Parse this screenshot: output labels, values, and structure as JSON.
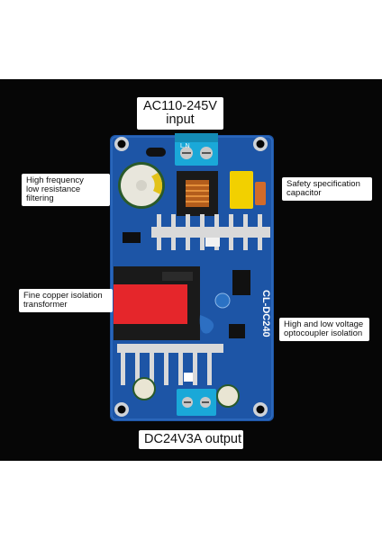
{
  "labels": {
    "ac_input": [
      "AC110-245V",
      "input"
    ],
    "high_freq": [
      "High frequency",
      "low resistance",
      "filtering"
    ],
    "safety_cap": [
      "Safety specification",
      "capacitor"
    ],
    "transformer": [
      "Fine copper isolation",
      "transformer"
    ],
    "optocoupler": [
      "High and low voltage",
      "optocoupler isolation"
    ],
    "dc_output": "DC24V3A output"
  },
  "board": {
    "terminal_marks": "L  N",
    "model_text": "CL-DC240"
  },
  "colors": {
    "background": "#060606",
    "pcb": "#1d55a6",
    "heatsink": "#d9d9d9",
    "transformer_tape": "#e5262b",
    "terminal": "#1aa8d8",
    "safety_capacitor": "#f2d000"
  }
}
